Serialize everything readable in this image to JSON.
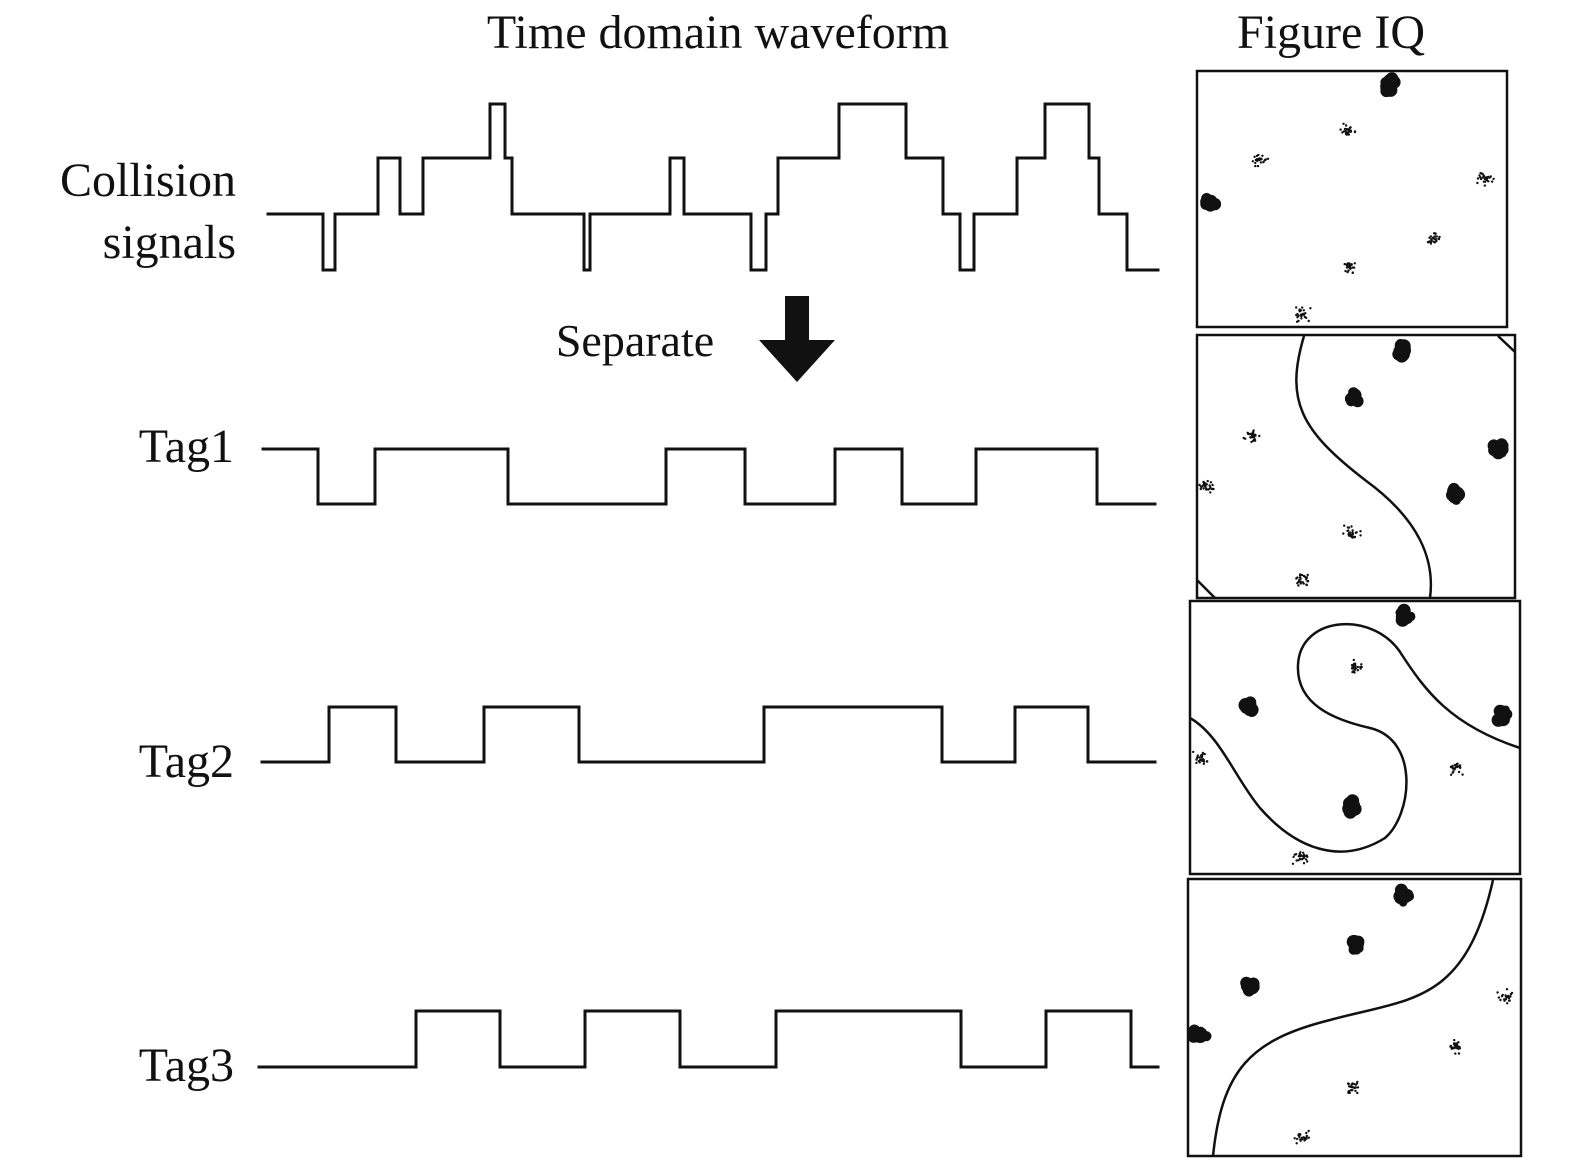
{
  "header": {
    "waveform_title": "Time domain waveform",
    "iq_title": "Figure IQ"
  },
  "rows": [
    {
      "label_lines": [
        "Collision",
        "signals"
      ]
    },
    {
      "label": "Tag1"
    },
    {
      "label": "Tag2"
    },
    {
      "label": "Tag3"
    }
  ],
  "separate": {
    "label": "Separate",
    "icon": "down-arrow-icon"
  },
  "colors": {
    "ink": "#111111",
    "background": "#ffffff"
  }
}
